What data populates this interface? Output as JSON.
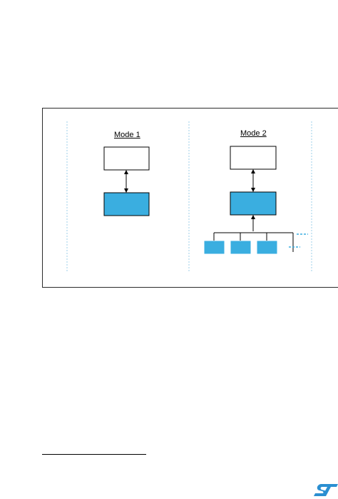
{
  "figure": {
    "mode1_title": "Mode 1",
    "mode2_title": "Mode 2"
  },
  "colors": {
    "accent_block": "#3aaee0",
    "divider": "#9ecfe8",
    "frame_border": "#2b2b2b",
    "logo": "#2b8fd1"
  },
  "logo": {
    "name": "st-logo-icon",
    "text": "ST"
  }
}
